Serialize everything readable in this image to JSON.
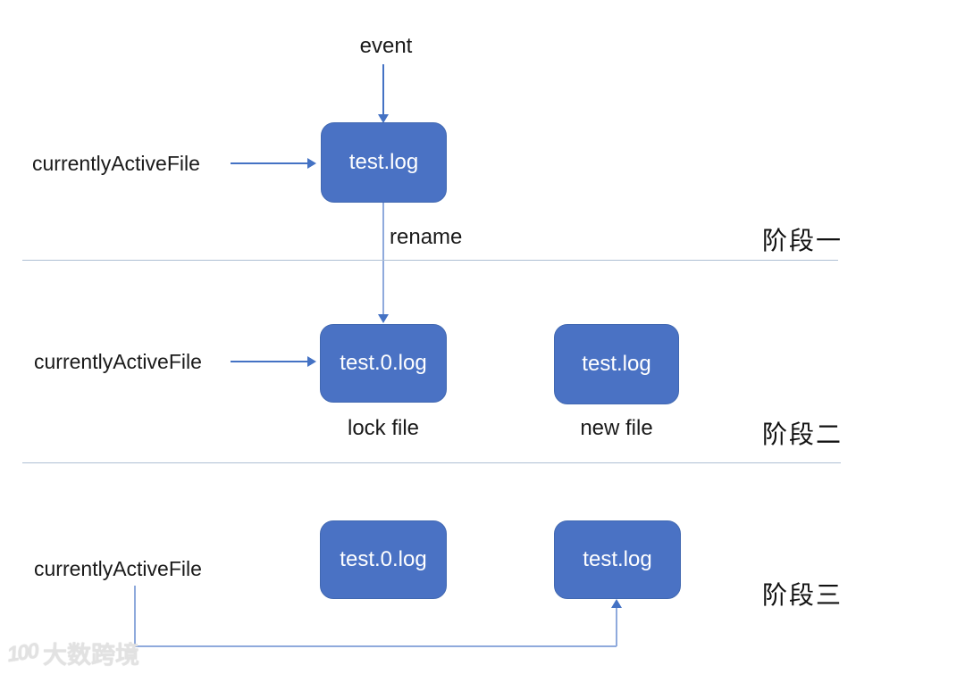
{
  "colors": {
    "box_fill": "#4a72c4",
    "arrow": "#4472c4",
    "light_connector": "#8faadc",
    "divider": "#aebfd4",
    "box_text": "#ffffff",
    "label_text": "#1a1a1a"
  },
  "stage1": {
    "event_label": "event",
    "active_file_label": "currentlyActiveFile",
    "box_label": "test.log",
    "rename_label": "rename",
    "stage_label": "阶段一"
  },
  "stage2": {
    "active_file_label": "currentlyActiveFile",
    "lock_box_label": "test.0.log",
    "new_box_label": "test.log",
    "lock_file_caption": "lock file",
    "new_file_caption": "new file",
    "stage_label": "阶段二"
  },
  "stage3": {
    "active_file_label": "currentlyActiveFile",
    "lock_box_label": "test.0.log",
    "new_box_label": "test.log",
    "stage_label": "阶段三"
  },
  "watermark": {
    "logo_text": "100",
    "brand_text": "大数跨境"
  }
}
